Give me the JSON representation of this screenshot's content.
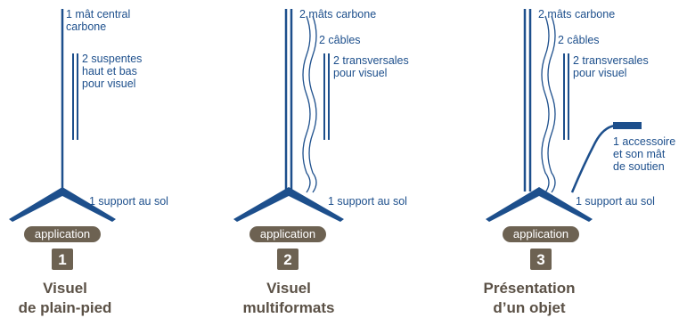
{
  "colors": {
    "blue": "#1d4f8c",
    "brown": "#6d6252",
    "title": "#5b5146"
  },
  "panels": [
    {
      "annotations": [
        "1 mât central",
        "carbone",
        "2 suspentes",
        "haut et bas",
        "pour visuel",
        "1 support au sol"
      ],
      "tag": "application",
      "number": "1",
      "title": [
        "Visuel",
        "de plain-pied"
      ]
    },
    {
      "annotations": [
        "2 mâts carbone",
        "2 câbles",
        "2 transversales",
        "pour visuel",
        "1 support au sol"
      ],
      "tag": "application",
      "number": "2",
      "title": [
        "Visuel",
        "multiformats"
      ]
    },
    {
      "annotations": [
        "2 mâts carbone",
        "2 câbles",
        "2 transversales",
        "pour visuel",
        "1 accessoire",
        "et son mât",
        "de soutien",
        "1 support au sol"
      ],
      "tag": "application",
      "number": "3",
      "title": [
        "Présentation",
        "d’un objet"
      ]
    }
  ]
}
